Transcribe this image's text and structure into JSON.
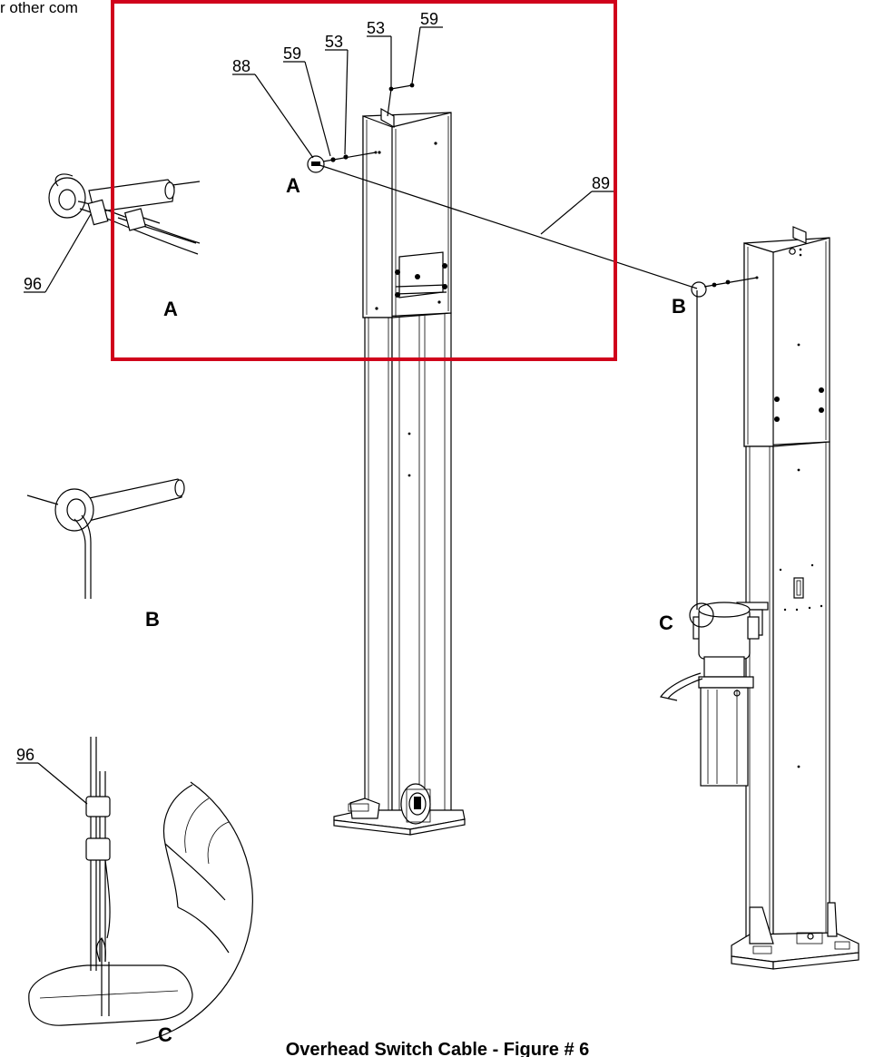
{
  "header_text": "r other com",
  "caption": "Overhead Switch Cable - Figure # 6",
  "highlight_color": "#d0021b",
  "views": {
    "a": "A",
    "b": "B",
    "c": "C"
  },
  "callouts": {
    "p88": "88",
    "p59_left": "59",
    "p53_left": "53",
    "p53_right": "53",
    "p59_right": "59",
    "p89": "89",
    "p96_top": "96",
    "p96_bottom": "96"
  }
}
